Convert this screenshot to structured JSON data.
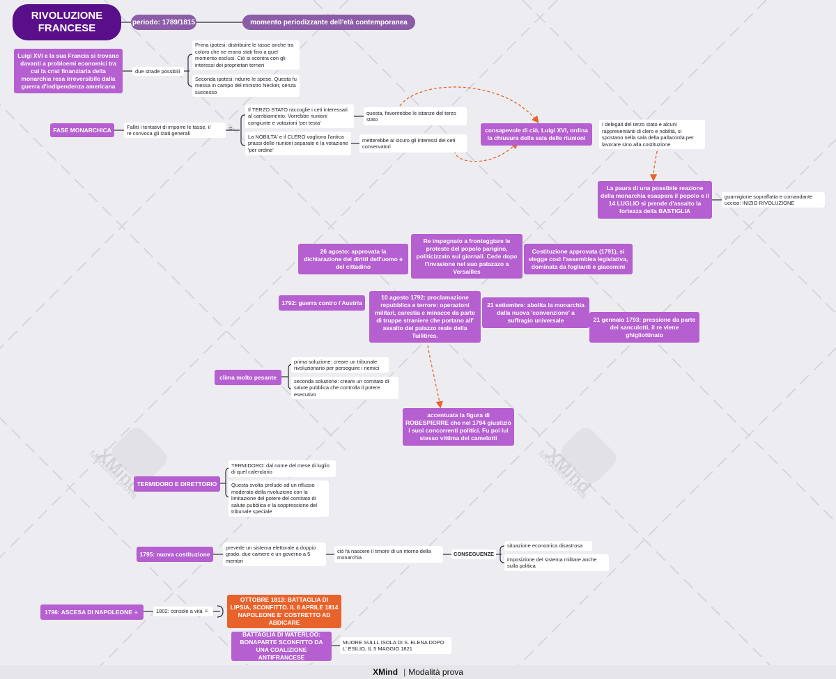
{
  "root": {
    "title": "RIVOLUZIONE FRANCESE"
  },
  "period": {
    "label": "periodo: 1789/1815",
    "desc": "momento periodizzante dell'età contemporanea"
  },
  "crisis": {
    "topic": "Luigi XVI e la sua Francia si trovano davanti a probloemi economici tra cui la crisi finanziaria della monarchia resa irreversibile dalla guerra d'indipendenza americana",
    "link": "due strade possibili",
    "opt1": "Prima ipotesi: distribuire le tasse anche tra coloro che ne erano stati fino a quel momento esclusi. Ciò si scontra con gli interessi dei proprietari terrieri",
    "opt2": "Seconda ipotesi: ridurre le spese. Questa fu messa in campo del ministro Necker, senza successo"
  },
  "monarchy": {
    "topic": "FASE MONARCHICA",
    "sub": "Falliti i tentativi di imporre le tasse, il re convoca gli stati generali",
    "terzo": "Il TERZO STATO raccoglie i ceti interessati al cambiamento. Vorrebbe riunioni congiunte e votazioni 'per testa'",
    "terzo_note": "questa, favorirebbe le istanze del terzo stato",
    "nobilta": "La NOBILTA' e il CLERO vogliono l'antica prassi delle riunioni separate e la votazione 'per ordine'",
    "nobilta_note": "metterebbe al sicuro gli interessi dei ceti conservatori",
    "king": "consapevole di ciò, Luigi XVI, ordina la chiusura della sala delle riunioni",
    "pallacorda": "I delegati del terzo stato e alcuni rappresentanti di clero e nobiltà, si spostano nella sala della pallacorda per lavorare sino alla costituzione",
    "bastiglia": "La paura di una possibile reazione della monarchia esaspera il popolo e il 14 LUGLIO si prende d'assalto la fortezza della BASTIGLIA",
    "bastiglia_note": "guarnigione sopraffatta e comandante ucciso: INIZIO RIVOLUZIONE"
  },
  "events": {
    "agosto26": "26 agosto: approvata la dichiarazione dei diritti dell'uomo e del cittadino",
    "versailles": "Re impegnato a fronteggiare le proteste del popolo parigino, politicizzato sui giornali. Cede dopo l'invasione nel suo palazazo a Versailles",
    "costituzione": "Costituzione approvata (1791), si elegge così l'assemblea legislativa, dominata da foglianti e giacomini",
    "guerra": "1792: guerra contro l'Austria",
    "agosto10": "10 agosto 1792: proclamazione repubblica e terrore: operazioni militari, carestia e minacce da parte di truppe straniere che portano all' assalto del palazzo reale della Tuilitires.",
    "settembre21": "21 settembre: abolita la monarchia dalla nuova 'convenzione' a suffragio universale",
    "gennaio21": "21 gennaio 1793: pressione da parte dei sanculotti, il re viene ghigliottinato"
  },
  "clima": {
    "topic": "clima molto pesante",
    "sol1": "prima soluzione: creare un tribunale rivoluzionario per perseguire i nemici",
    "sol2": "seconda soluzione: creare un comitato di salute pubblica che controlla il potere esecutivo",
    "robespierre": "accentuata la figura di ROBESPIERRE che nel 1794 giustiziò i suoi concorrenti politici. Fu poi lui stesso vittima dei camelotti"
  },
  "termidoro": {
    "topic": "TERMIDORO E DIRETTORIO",
    "n1": "TERMIDORO: dal nome del mese di luglio di quel calendario",
    "n2": "Questa svolta prelude ad un riflusso moderato della rivoluzione con la limitazione del potere del comitato di salute pubblica e la soppressione del tribunale speciale"
  },
  "costituzione1795": {
    "topic": "1795: nuova costituzione",
    "n1": "prevede un sistema elettorale a doppio grado, due camere e un governo a 5 membri",
    "n2": "ciò fa nascere il timore di un ritorno della monarchia",
    "conseguenze": "CONSEGUENZE",
    "c1": "situazione economica disastrosa",
    "c2": "imposizione del sistema militare anche sulla politica"
  },
  "napoleone": {
    "topic": "1796: ASCESA DI NAPOLEONE",
    "console": "1802: console a vita",
    "lipsia": "OTTOBRE 1813: BATTAGLIA DI LIPSIA, SCONFITTO. IL 6 APRILE 1814 NAPOLEONE E' COSTRETTO AD ABDICARE",
    "waterloo": "BATTAGLIA DI WATERLOO: BONAPARTE SCONFITTO DA UNA COALIZIONE ANTIFRANCESE",
    "elena": "MUORE SULLL ISOLA DI S. ELENA DOPO L' ESILIO, IL 5 MAGGIO 1821"
  },
  "watermark": {
    "text": "XMind",
    "sub": "Modalità prova"
  },
  "footer": {
    "brand": "XMind",
    "mode": "Modalità prova"
  },
  "colors": {
    "root": "#5a0f8a",
    "header": "#8b5ca7",
    "topic": "#b55fd0",
    "highlight": "#e8632b",
    "arrow": "#e8632b",
    "background": "#ededf1"
  },
  "icons": [
    "notes-icon"
  ]
}
